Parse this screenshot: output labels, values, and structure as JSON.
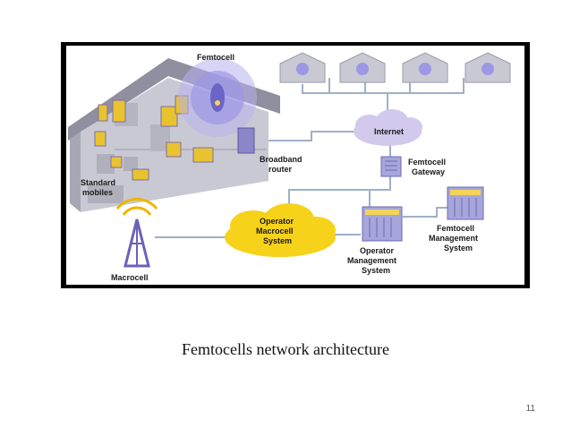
{
  "diagram": {
    "labels": {
      "femtocell": "Femtocell",
      "internet": "Internet",
      "broadband_router_1": "Broadband",
      "broadband_router_2": "router",
      "femtocell_gateway_1": "Femtocell",
      "femtocell_gateway_2": "Gateway",
      "standard_mobiles_1": "Standard",
      "standard_mobiles_2": "mobiles",
      "operator_macrocell_1": "Operator",
      "operator_macrocell_2": "Macrocell",
      "operator_macrocell_3": "System",
      "femtocell_mgmt_1": "Femtocell",
      "femtocell_mgmt_2": "Management",
      "femtocell_mgmt_3": "System",
      "operator_mgmt_1": "Operator",
      "operator_mgmt_2": "Management",
      "operator_mgmt_3": "System",
      "macrocell": "Macrocell"
    },
    "colors": {
      "house_roof": "#a7a7b5",
      "house_wall": "#c9c9d3",
      "cloud_internet": "#d2c9ec",
      "cloud_operator": "#f7d21a",
      "server": "#a7a6db",
      "link": "#9fb0c8",
      "tower": "#6b62b8",
      "signal": "#f1b400"
    }
  },
  "caption": "Femtocells network architecture",
  "page_number": "11"
}
